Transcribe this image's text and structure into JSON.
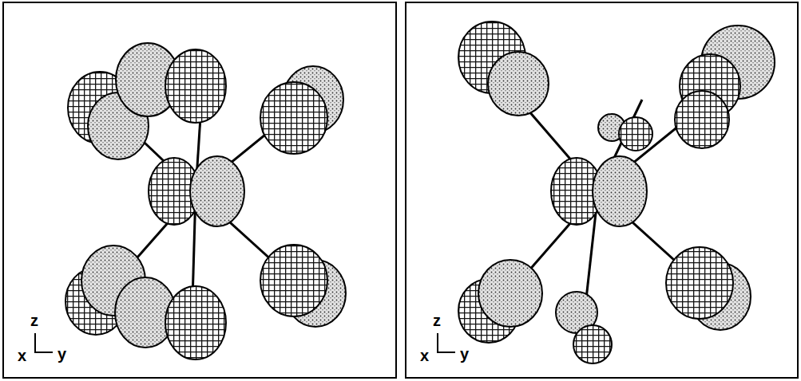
{
  "diagram": {
    "labels": [
      "z",
      "x",
      "y",
      "z",
      "x",
      "y"
    ]
  }
}
